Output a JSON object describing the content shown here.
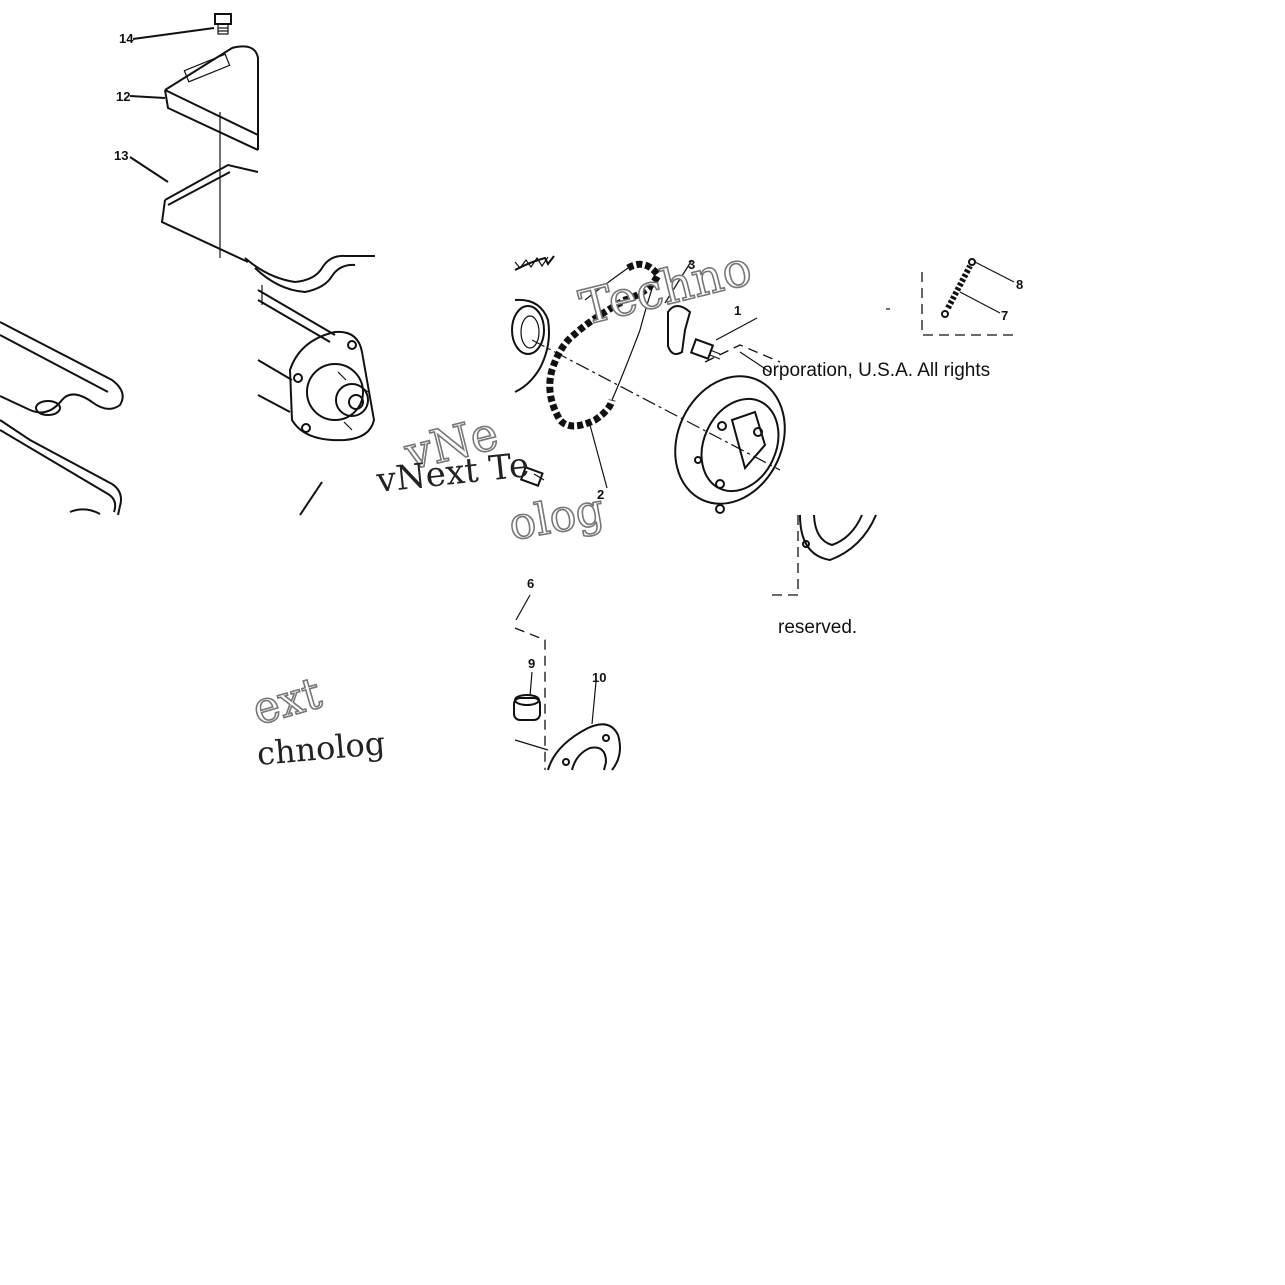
{
  "diagram": {
    "part_labels": [
      "14",
      "12",
      "13",
      "3",
      "1",
      "8",
      "7",
      "2",
      "6",
      "9",
      "10"
    ],
    "copyright": {
      "line1": "orporation, U.S.A. All rights",
      "line2": "reserved."
    },
    "watermark": {
      "text_a": "Techno",
      "text_b": "vNe",
      "text_c": "vNext Te",
      "text_d": "olog",
      "text_e": "ext",
      "text_f": "chnolog"
    }
  }
}
